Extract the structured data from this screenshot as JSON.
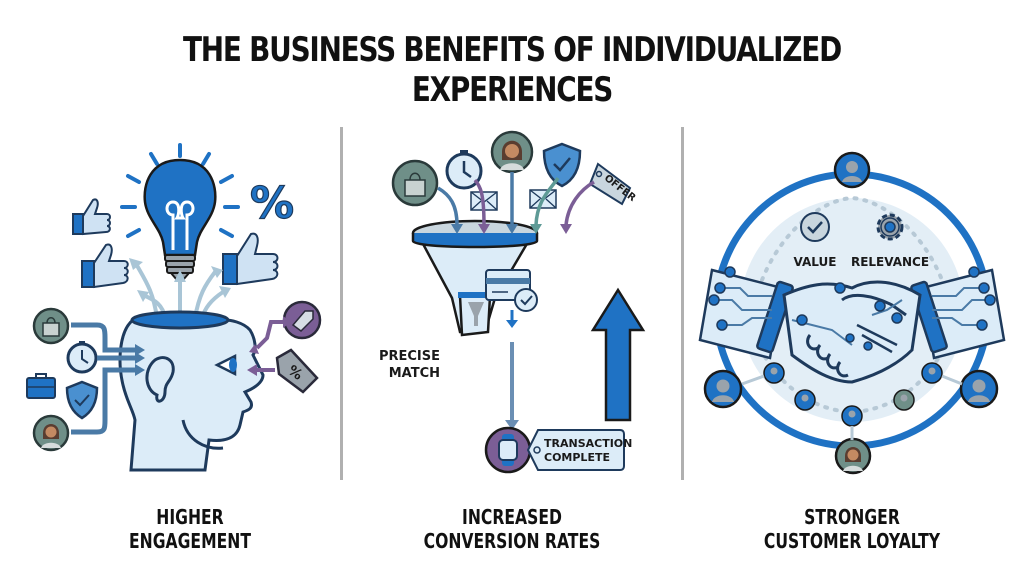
{
  "title": "THE BUSINESS BENEFITS OF INDIVIDUALIZED EXPERIENCES",
  "colors": {
    "primary_blue": "#1f72c4",
    "light_blue": "#dcecf8",
    "outline": "#1e3a5c",
    "purple": "#7b5e96",
    "teal_gray": "#6f8f88",
    "divider": "#b0b0b0"
  },
  "panels": [
    {
      "id": "engagement",
      "caption_line1": "HIGHER",
      "caption_line2": "ENGAGEMENT",
      "icons": [
        "lightbulb-icon",
        "percent-icon",
        "thumbs-up-icon",
        "thumbs-up-icon",
        "thumbs-up-icon",
        "shopping-bag-icon",
        "stopwatch-icon",
        "briefcase-icon",
        "shield-check-icon",
        "person-avatar-icon",
        "price-tag-icon",
        "discount-tag-icon",
        "head-profile-icon"
      ],
      "percent_symbol": "%"
    },
    {
      "id": "conversion",
      "caption_line1": "INCREASED",
      "caption_line2": "CONVERSION RATES",
      "labels": {
        "offer_tag": "OFFER",
        "precise_match_line1": "PRECISE",
        "precise_match_line2": "MATCH",
        "transaction_line1": "TRANSACTION",
        "transaction_line2": "COMPLETE"
      },
      "icons": [
        "shopping-bag-icon",
        "stopwatch-icon",
        "person-avatar-icon",
        "shield-check-icon",
        "offer-tag-icon",
        "envelope-icon",
        "envelope-icon",
        "funnel-icon",
        "credit-card-check-icon",
        "smartwatch-icon",
        "up-arrow-icon"
      ]
    },
    {
      "id": "loyalty",
      "caption_line1": "STRONGER",
      "caption_line2": "CUSTOMER LOYALTY",
      "labels": {
        "value": "VALUE",
        "relevance": "RELEVANCE"
      },
      "icons": [
        "handshake-icon",
        "checkmark-icon",
        "gear-icon",
        "person-avatar-icon"
      ]
    }
  ]
}
